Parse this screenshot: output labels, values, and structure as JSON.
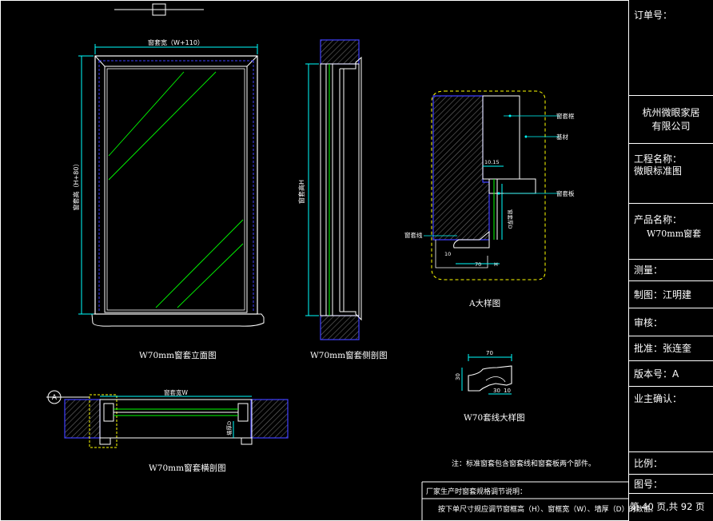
{
  "colors": {
    "frame": "#ffffff",
    "dims": "#00ffff",
    "glass": "#00ff00",
    "wall": "#0000ff",
    "alt": "#ffff00"
  },
  "drawing": {
    "elev_dim_width": "窗套宽（W+110）",
    "elev_dim_height": "窗套高（H+80）",
    "side_dim_height": "窗套高H",
    "detail_labels": {
      "frame": "窗套框",
      "board": "基材",
      "plate": "窗套板",
      "molding": "窗套线",
      "dim_top": "10.15",
      "dim_side": "窗套厚D",
      "dim_small": "10",
      "dim_bottom": "70",
      "dim_h": "H"
    },
    "molding_dims": {
      "top": "70",
      "left": "30",
      "b1": "30",
      "b2": "10"
    },
    "plan_dim_width": "窗套宽W",
    "plan_dim_side": "墙厚D",
    "captions": {
      "elevation": "W70mm窗套立面图",
      "side": "W70mm窗套侧剖图",
      "detail_a": "A大样图",
      "molding": "W70套线大样图",
      "plan": "W70mm窗套横剖图"
    },
    "section_marker": "A",
    "footnote": "注：标准窗套包含窗套线和窗套板两个部件。",
    "factory_note_title": "厂家生产时窗套规格调节说明：",
    "factory_note_body": "按下单尺寸规应调节窗框高（H）、窗框宽（W）、墙厚（D）的数值。"
  },
  "title_block": {
    "order_no": "订单号：",
    "company": [
      "杭州微眼家居",
      "有限公司"
    ],
    "project_label": "工程名称：",
    "project_value": "微眼标准图",
    "product_label": "产品名称：",
    "product_value": "W70mm窗套",
    "measure": "测量：",
    "drafter": "制图：江明建",
    "reviewer": "审核：",
    "approver": "批准：张连奎",
    "version": "版本号：A",
    "owner_confirm": "业主确认：",
    "scale": "比例：",
    "drawing_no": "图号：",
    "page_info": "第 40 页,共 92 页"
  }
}
